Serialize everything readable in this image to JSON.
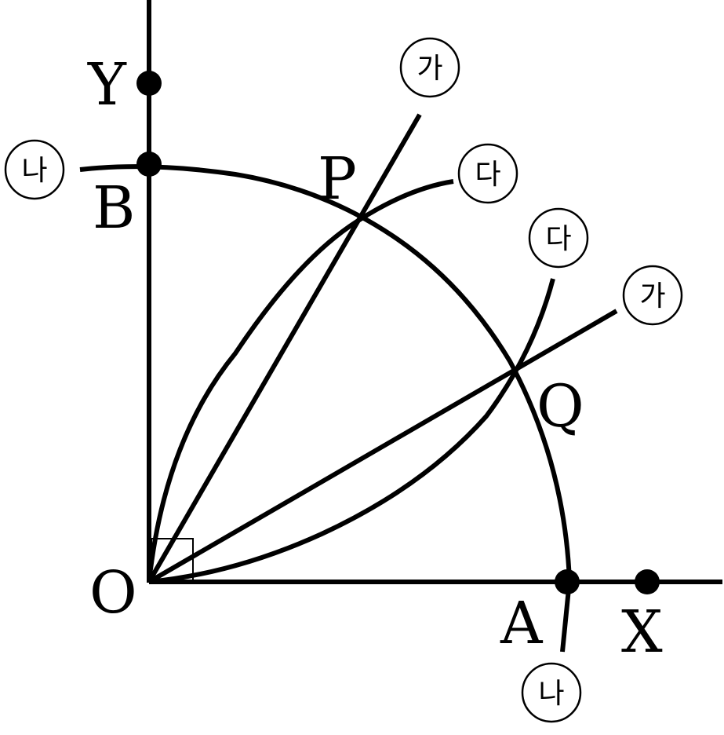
{
  "points": {
    "O": "O",
    "A": "A",
    "B": "B",
    "X": "X",
    "Y": "Y",
    "P": "P",
    "Q": "Q"
  },
  "step_labels": {
    "ga": "가",
    "na": "나",
    "da": "다"
  }
}
